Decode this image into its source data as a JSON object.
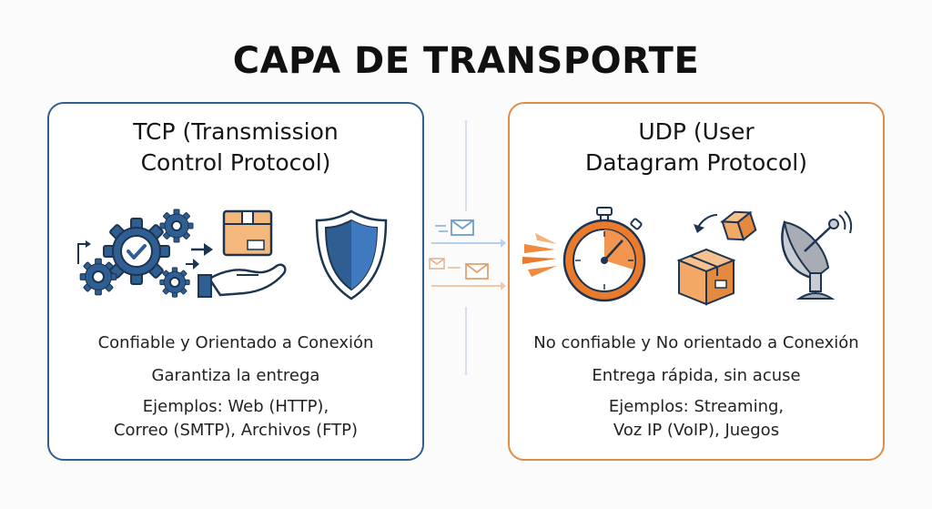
{
  "title": "CAPA DE TRANSPORTE",
  "tcp": {
    "title_lines": [
      "TCP (Transmission",
      "Control Protocol)"
    ],
    "property": "Confiable y Orientado a Conexión",
    "delivery": "Garantiza la entrega",
    "examples_lines": [
      "Ejemplos: Web (HTTP),",
      "Correo (SMTP), Archivos (FTP)"
    ],
    "icons": [
      "gears-checkmark-icon",
      "package-in-hand-icon",
      "shield-icon"
    ],
    "accent": "#2f5e93"
  },
  "udp": {
    "title_lines": [
      "UDP (User",
      "Datagram Protocol)"
    ],
    "property": "No confiable y No orientado a Conexión",
    "delivery": "Entrega rápida, sin acuse",
    "examples_lines": [
      "Ejemplos: Streaming,",
      "Voz IP (VoIP), Juegos"
    ],
    "icons": [
      "stopwatch-icon",
      "boxes-icon",
      "satellite-dish-icon"
    ],
    "accent": "#e08b46"
  },
  "connector_icons": [
    "envelope-icon",
    "envelope-icon"
  ]
}
